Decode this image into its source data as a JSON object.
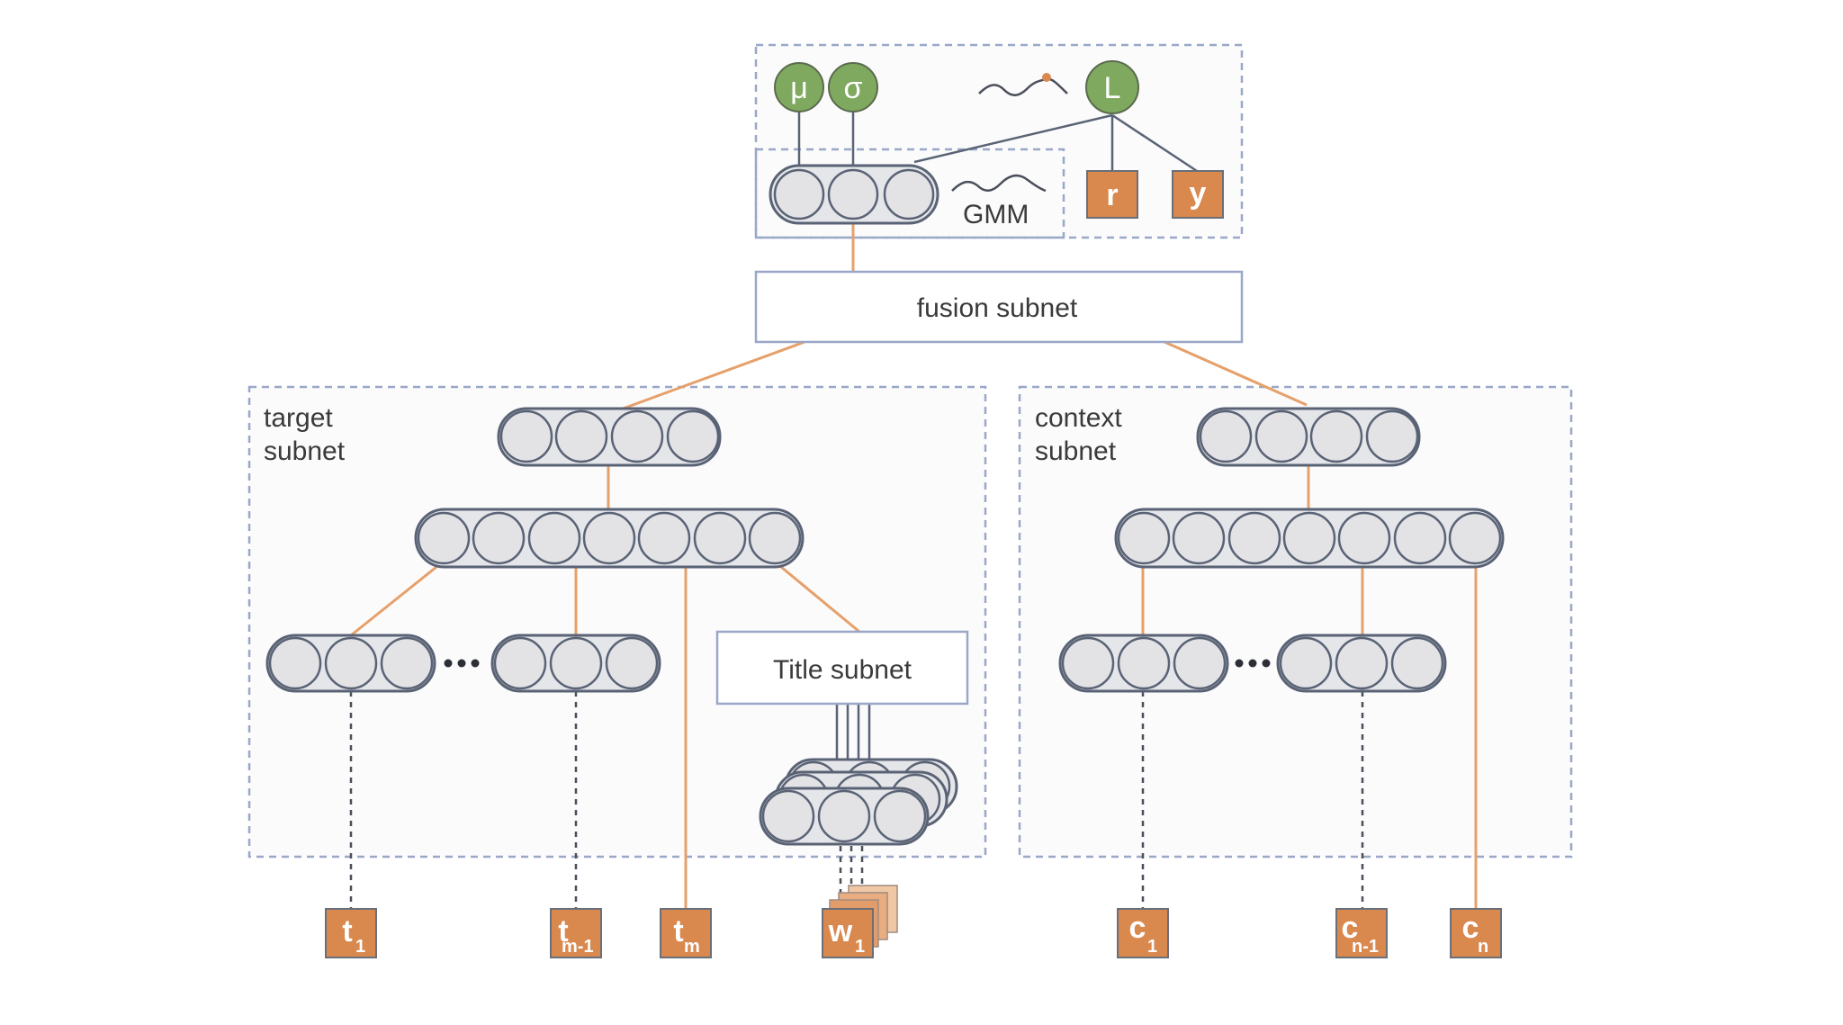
{
  "top": {
    "params": [
      {
        "id": "mu",
        "label": "μ"
      },
      {
        "id": "sigma",
        "label": "σ"
      },
      {
        "id": "loss",
        "label": "L"
      }
    ],
    "gmm_label": "GMM",
    "outputs": [
      {
        "id": "r",
        "label": "r"
      },
      {
        "id": "y",
        "label": "y"
      }
    ]
  },
  "fusion": {
    "label": "fusion subnet"
  },
  "target": {
    "label_line1": "target",
    "label_line2": "subnet",
    "title_subnet": "Title subnet",
    "inputs": [
      {
        "base": "t",
        "sub": "1"
      },
      {
        "base": "t",
        "sub": "m-1"
      },
      {
        "base": "t",
        "sub": "m"
      },
      {
        "base": "w",
        "sub": "1"
      }
    ]
  },
  "context": {
    "label_line1": "context",
    "label_line2": "subnet",
    "inputs": [
      {
        "base": "c",
        "sub": "1"
      },
      {
        "base": "c",
        "sub": "n-1"
      },
      {
        "base": "c",
        "sub": "n"
      }
    ]
  },
  "colors": {
    "orange": "#d9884e",
    "green": "#7fa95e",
    "connector": "#e6a06a",
    "dashed_border": "#9aa7c7"
  }
}
